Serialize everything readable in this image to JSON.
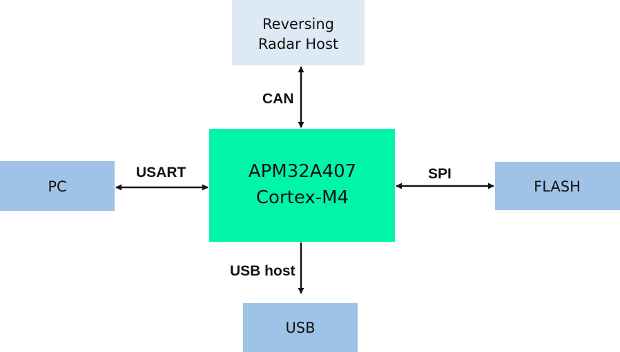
{
  "colors": {
    "mcu_fill": "#00f5a8",
    "host_fill": "#dde9f5",
    "peripheral_fill": "#9fc3e6",
    "arrow": "#111111",
    "text": "#111111"
  },
  "blocks": {
    "mcu": {
      "line1": "APM32A407",
      "line2": "Cortex-M4"
    },
    "radar_host": {
      "line1": "Reversing",
      "line2": "Radar Host"
    },
    "pc": {
      "label": "PC"
    },
    "flash": {
      "label": "FLASH"
    },
    "usb": {
      "label": "USB"
    }
  },
  "links": {
    "can": {
      "label": "CAN",
      "direction": "bidirectional"
    },
    "usart": {
      "label": "USART",
      "direction": "bidirectional"
    },
    "spi": {
      "label": "SPI",
      "direction": "bidirectional"
    },
    "usb_host": {
      "label": "USB host",
      "direction": "to-usb"
    }
  }
}
